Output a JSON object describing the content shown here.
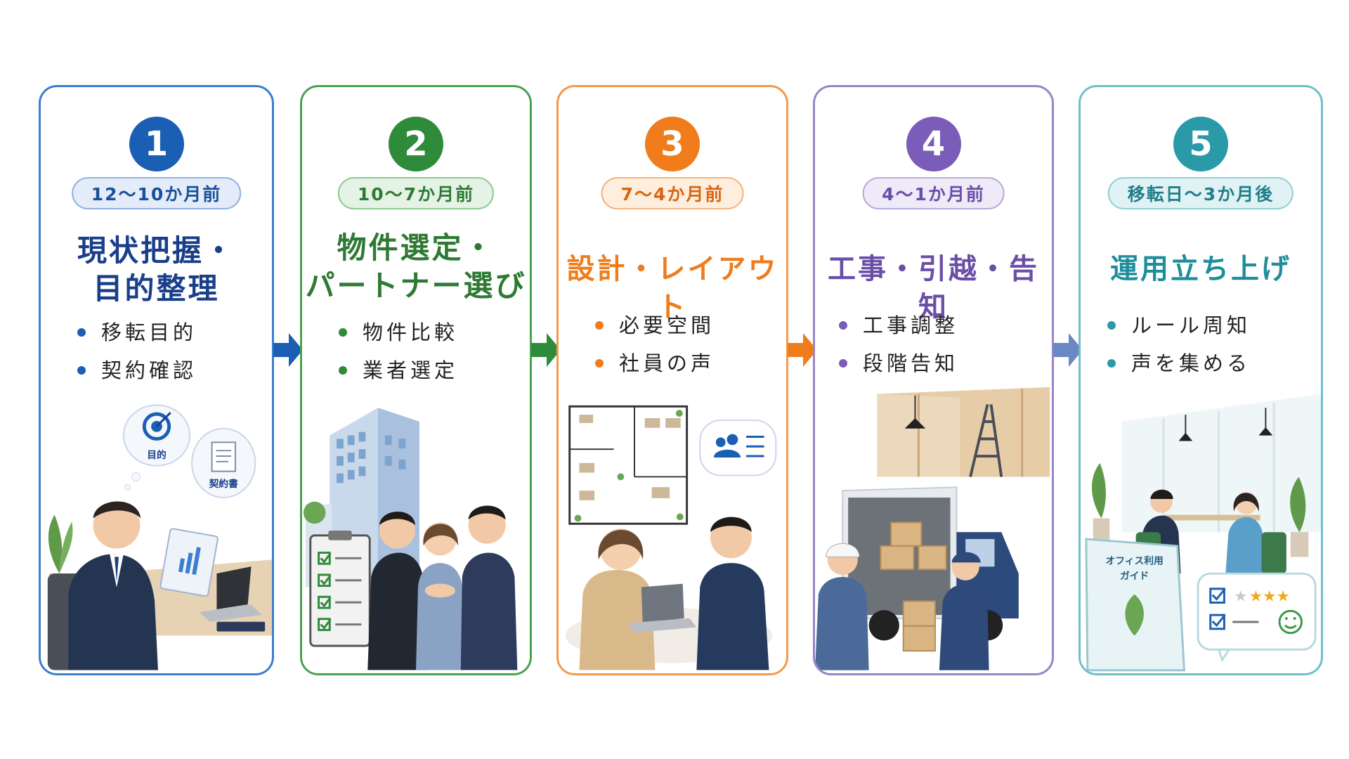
{
  "steps": [
    {
      "number": "1",
      "period": "12～10か月前",
      "title_lines": [
        "現状把握・",
        "目的整理"
      ],
      "bullets": [
        "移転目的",
        "契約確認"
      ],
      "color": "#1a5fb4",
      "period_bg": "#e3ecf8",
      "illustration_labels": [
        "目的",
        "契約書"
      ]
    },
    {
      "number": "2",
      "period": "10～7か月前",
      "title_lines": [
        "物件選定・",
        "パートナー選び"
      ],
      "bullets": [
        "物件比較",
        "業者選定"
      ],
      "color": "#2e8b3a",
      "period_bg": "#e5f3e6"
    },
    {
      "number": "3",
      "period": "7～4か月前",
      "title_lines": [
        "設計・レイアウト"
      ],
      "bullets": [
        "必要空間",
        "社員の声"
      ],
      "color": "#f07c1b",
      "period_bg": "#fdeede"
    },
    {
      "number": "4",
      "period": "4～1か月前",
      "title_lines": [
        "工事・引越・告知"
      ],
      "bullets": [
        "工事調整",
        "段階告知"
      ],
      "color": "#7b5cb8",
      "period_bg": "#eeeaf7"
    },
    {
      "number": "5",
      "period": "移転日～3か月後",
      "title_lines": [
        "運用立ち上げ"
      ],
      "bullets": [
        "ルール周知",
        "声を集める"
      ],
      "color": "#2a9aa8",
      "period_bg": "#e1f2f4",
      "illustration_labels": [
        "オフィス利用",
        "ガイド"
      ]
    }
  ],
  "arrow_colors": [
    "#1a5fb4",
    "#2e8b3a",
    "#f07c1b",
    "#6b88c4"
  ],
  "icons": {
    "step1": [
      "target-icon",
      "document-icon",
      "businessman-at-desk",
      "laptop-icon",
      "plant-icon"
    ],
    "step2": [
      "office-building-icon",
      "checklist-icon",
      "handshake-people"
    ],
    "step3": [
      "floor-plan-icon",
      "team-speech-bubble-icon",
      "meeting-people"
    ],
    "step4": [
      "construction-room-icon",
      "ladder-icon",
      "moving-truck-icon",
      "movers"
    ],
    "step5": [
      "office-workers",
      "guide-book-icon",
      "rating-stars-icon",
      "smiley-icon"
    ]
  }
}
